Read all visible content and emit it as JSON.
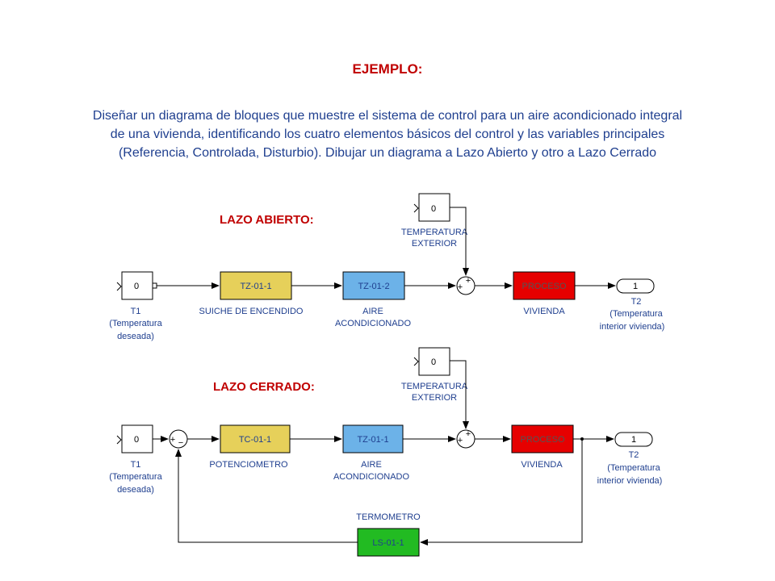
{
  "title": "EJEMPLO:",
  "description": [
    "Diseñar un diagrama de bloques que muestre el sistema de control para un aire acondicionado integral",
    "de una vivienda, identificando los cuatro elementos básicos del control y las variables principales",
    "(Referencia, Controlada, Disturbio). Dibujar un diagrama a Lazo Abierto y otro a Lazo Cerrado"
  ],
  "colors": {
    "heading": "#c00000",
    "text": "#1f3f8f",
    "switch_block": "#e6d05a",
    "ac_block": "#6cb2e8",
    "process_block": "#e60000",
    "sensor_block": "#22bb22"
  },
  "open_loop": {
    "heading": "LAZO ABIERTO:",
    "exterior_value": "0",
    "exterior_label": [
      "TEMPERATURA",
      "EXTERIOR"
    ],
    "input_value": "0",
    "input_label": [
      "T1",
      "(Temperatura",
      "deseada)"
    ],
    "block1": {
      "text": "TZ-01-1",
      "label": [
        "SUICHE DE ENCENDIDO"
      ]
    },
    "block2": {
      "text": "TZ-01-2",
      "label": [
        "AIRE",
        "ACONDICIONADO"
      ]
    },
    "sum_signs": [
      "+",
      "+"
    ],
    "process": {
      "text": "PROCESO",
      "label": [
        "VIVIENDA"
      ]
    },
    "output_value": "1",
    "output_label": [
      "T2",
      "(Temperatura",
      "interior vivienda)"
    ]
  },
  "closed_loop": {
    "heading": "LAZO CERRADO:",
    "exterior_value": "0",
    "exterior_label": [
      "TEMPERATURA",
      "EXTERIOR"
    ],
    "input_value": "0",
    "input_label": [
      "T1",
      "(Temperatura",
      "deseada)"
    ],
    "comparator_signs": [
      "+",
      "−"
    ],
    "block1": {
      "text": "TC-01-1",
      "label": [
        "POTENCIOMETRO"
      ]
    },
    "block2": {
      "text": "TZ-01-1",
      "label": [
        "AIRE",
        "ACONDICIONADO"
      ]
    },
    "sum_signs": [
      "+",
      "+"
    ],
    "process": {
      "text": "PROCESO",
      "label": [
        "VIVIENDA"
      ]
    },
    "output_value": "1",
    "output_label": [
      "T2",
      "(Temperatura",
      "interior vivienda)"
    ],
    "sensor": {
      "text": "LS-01-1",
      "label": [
        "TERMOMETRO"
      ]
    }
  }
}
